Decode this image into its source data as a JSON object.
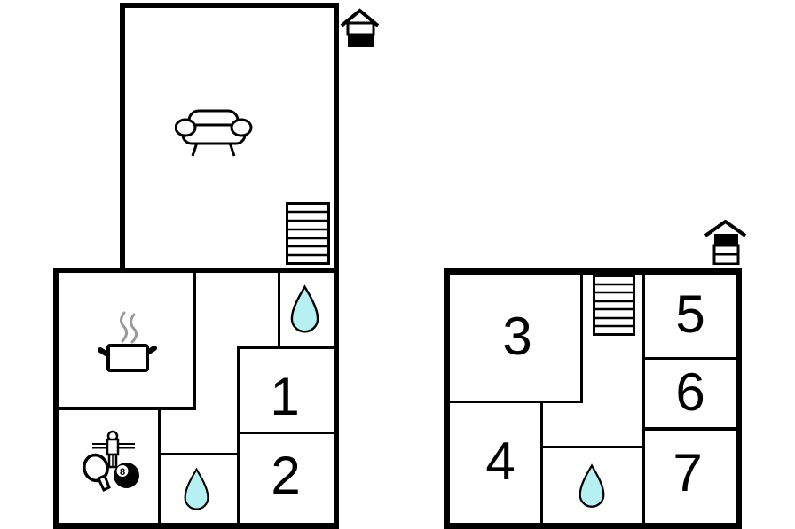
{
  "plan": {
    "colors": {
      "background": "#ffffff",
      "wall": "#000000",
      "water_drop": "#b7f0f2",
      "steam": "#9b9b9b",
      "label_ink": "#000000"
    },
    "ground_floor": {
      "level_indicator_icon": "house-ground-floor-highlighted",
      "rooms": {
        "living_room": {
          "icon": "sofa"
        },
        "kitchen": {
          "icon": "cooking-pot-with-steam"
        },
        "bathroom_top": {
          "icon": "water-drop"
        },
        "bathroom_bottom": {
          "icon": "water-drop"
        },
        "game_room": {
          "icon": "table-tennis-foosball-billiards"
        },
        "room1": {
          "label": "1"
        },
        "room2": {
          "label": "2"
        }
      },
      "stairs": {
        "icon": "stairs",
        "treads": 7
      }
    },
    "upper_floor": {
      "level_indicator_icon": "house-upper-floor-highlighted",
      "rooms": {
        "room3": {
          "label": "3"
        },
        "room4": {
          "label": "4"
        },
        "room5": {
          "label": "5"
        },
        "room6": {
          "label": "6"
        },
        "room7": {
          "label": "7"
        },
        "bathroom": {
          "icon": "water-drop"
        }
      },
      "stairs": {
        "icon": "stairs",
        "treads": 7
      }
    },
    "eight_ball_label": "8"
  }
}
